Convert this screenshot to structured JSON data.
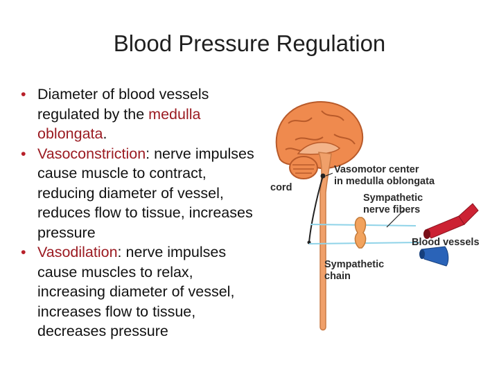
{
  "slide": {
    "title": "Blood Pressure Regulation",
    "bullets": [
      {
        "pre": "Diameter of blood vessels regulated by the ",
        "highlight": "medulla oblongata",
        "post": "."
      },
      {
        "pre": "",
        "highlight": "Vasoconstriction",
        "post": ": nerve impulses cause muscle to contract, reducing diameter of vessel, reduces flow to tissue, increases pressure"
      },
      {
        "pre": "",
        "highlight": "Vasodilation",
        "post": ": nerve impulses cause muscles to relax, increasing diameter of vessel, increases flow to tissue, decreases pressure"
      }
    ]
  },
  "figure": {
    "labels": {
      "cord": "cord",
      "vasomotor_line1": "Vasomotor center",
      "vasomotor_line2": "in medulla oblongata",
      "sympathetic_fibers_line1": "Sympathetic",
      "sympathetic_fibers_line2": "nerve fibers",
      "blood_vessels": "Blood vessels",
      "sympathetic_chain_line1": "Sympathetic",
      "sympathetic_chain_line2": "chain"
    },
    "colors": {
      "brain": "#ef8a4e",
      "spinal_cord": "#f0a06a",
      "nerve_fiber": "#8fd3e8",
      "artery": "#cc2233",
      "vein": "#2a63b8"
    }
  }
}
